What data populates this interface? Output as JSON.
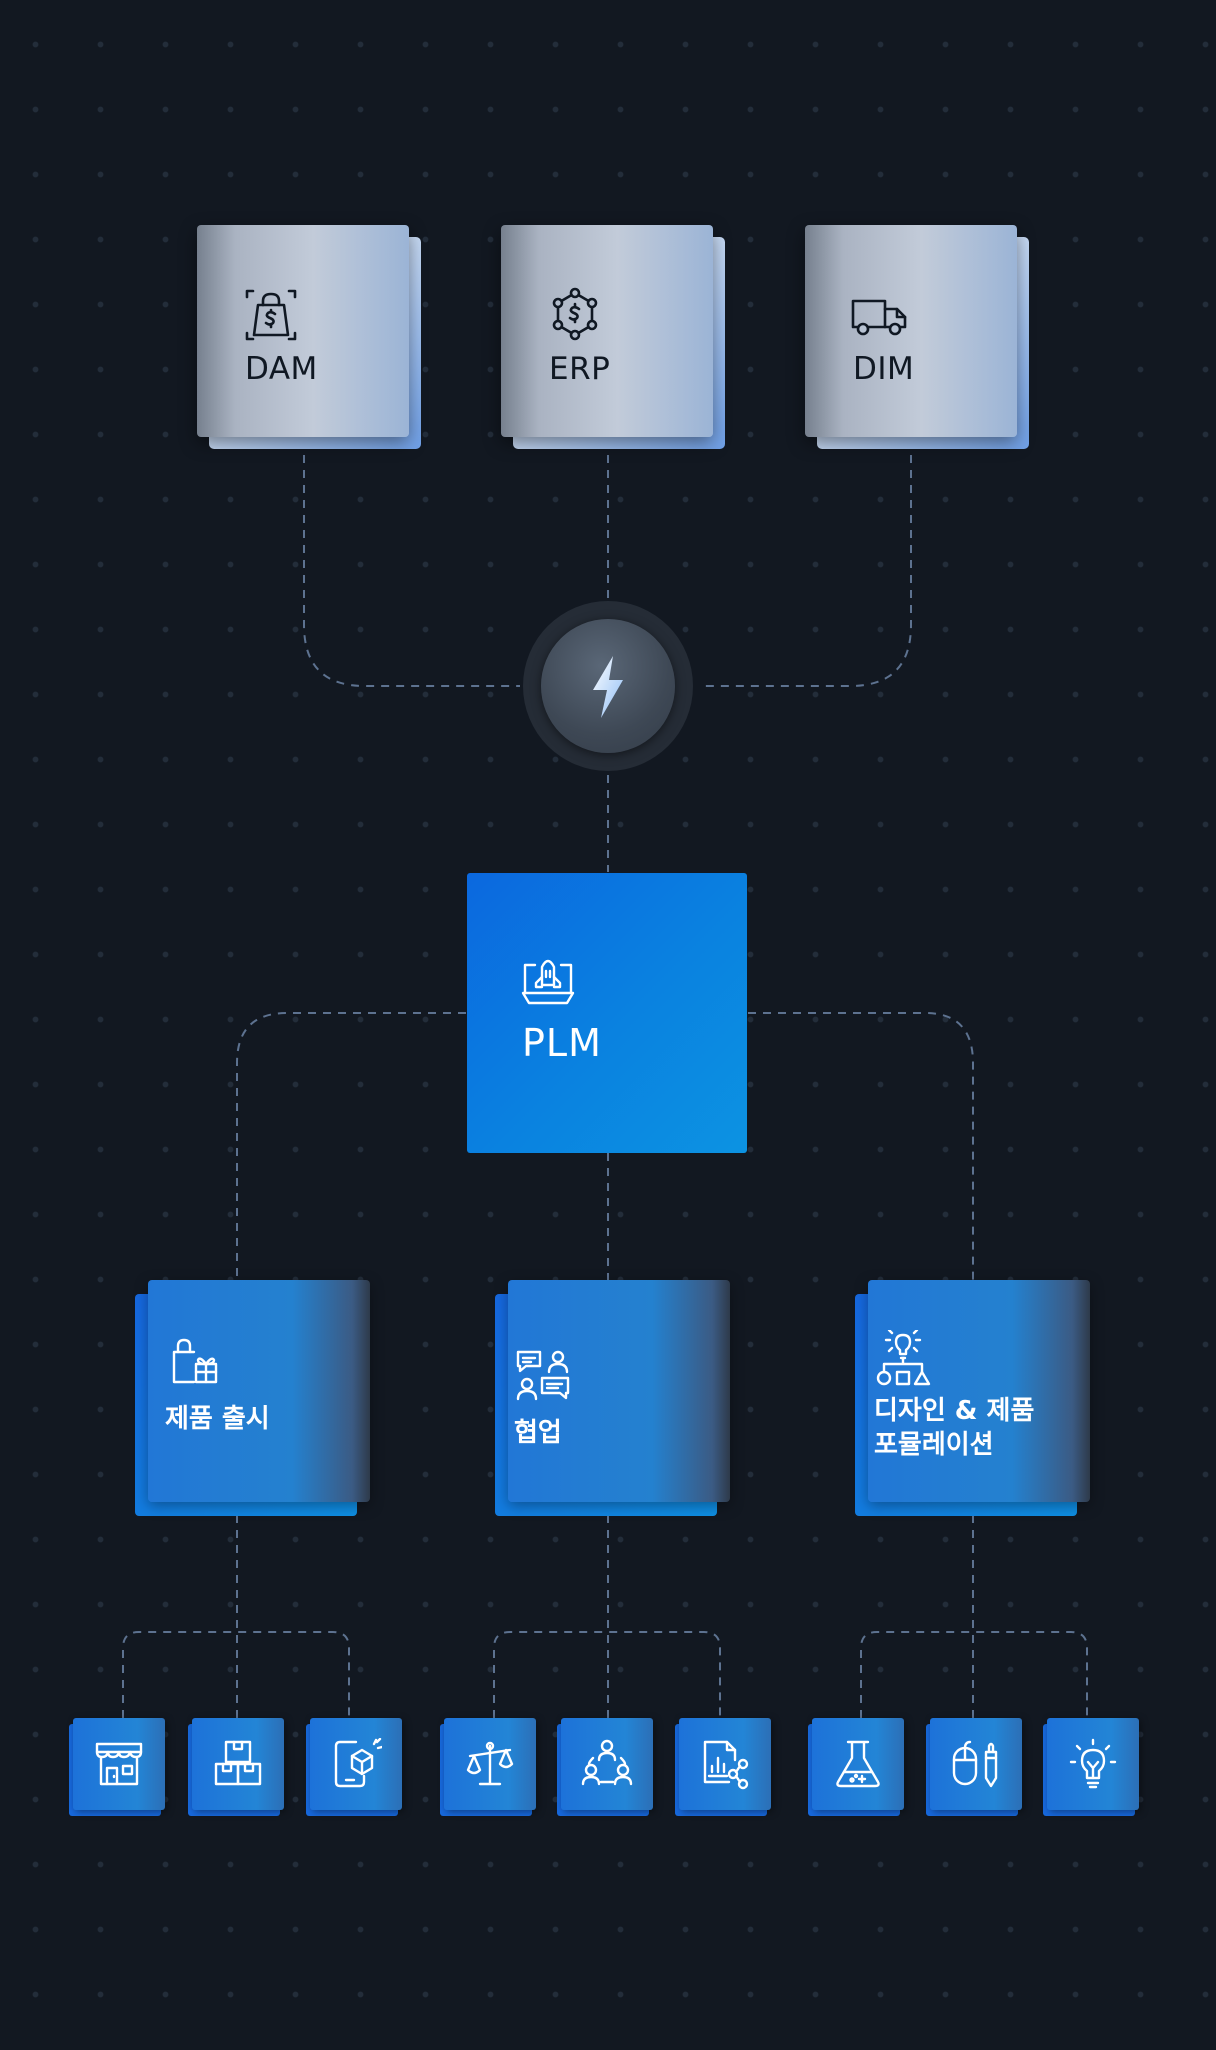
{
  "colors": {
    "background": "#121821",
    "connector": "#5d7290",
    "plm": "#0a7fe0",
    "card_blue": "#2281d3",
    "card_gray": "#b9c3d2"
  },
  "systems": [
    {
      "label": "DAM",
      "icon": "shopping-bag-dollar-icon"
    },
    {
      "label": "ERP",
      "icon": "dollar-network-icon"
    },
    {
      "label": "DIM",
      "icon": "delivery-truck-icon"
    }
  ],
  "hub": {
    "icon": "lightning-bolt-icon"
  },
  "plm": {
    "label": "PLM",
    "icon": "rocket-launch-icon"
  },
  "categories": [
    {
      "label": "제품 출시",
      "icon": "shopping-bag-gift-icon"
    },
    {
      "label": "협업",
      "icon": "chat-users-icon"
    },
    {
      "label": "디자인 & 제품\n포뮬레이션",
      "icon": "idea-shapes-icon"
    }
  ],
  "tools": [
    {
      "icon": "storefront-icon"
    },
    {
      "icon": "stacked-boxes-icon"
    },
    {
      "icon": "mobile-3d-box-icon"
    },
    {
      "icon": "balance-scale-icon"
    },
    {
      "icon": "team-circle-icon"
    },
    {
      "icon": "report-share-icon"
    },
    {
      "icon": "lab-flask-icon"
    },
    {
      "icon": "mouse-pen-icon"
    },
    {
      "icon": "light-bulb-icon"
    }
  ]
}
